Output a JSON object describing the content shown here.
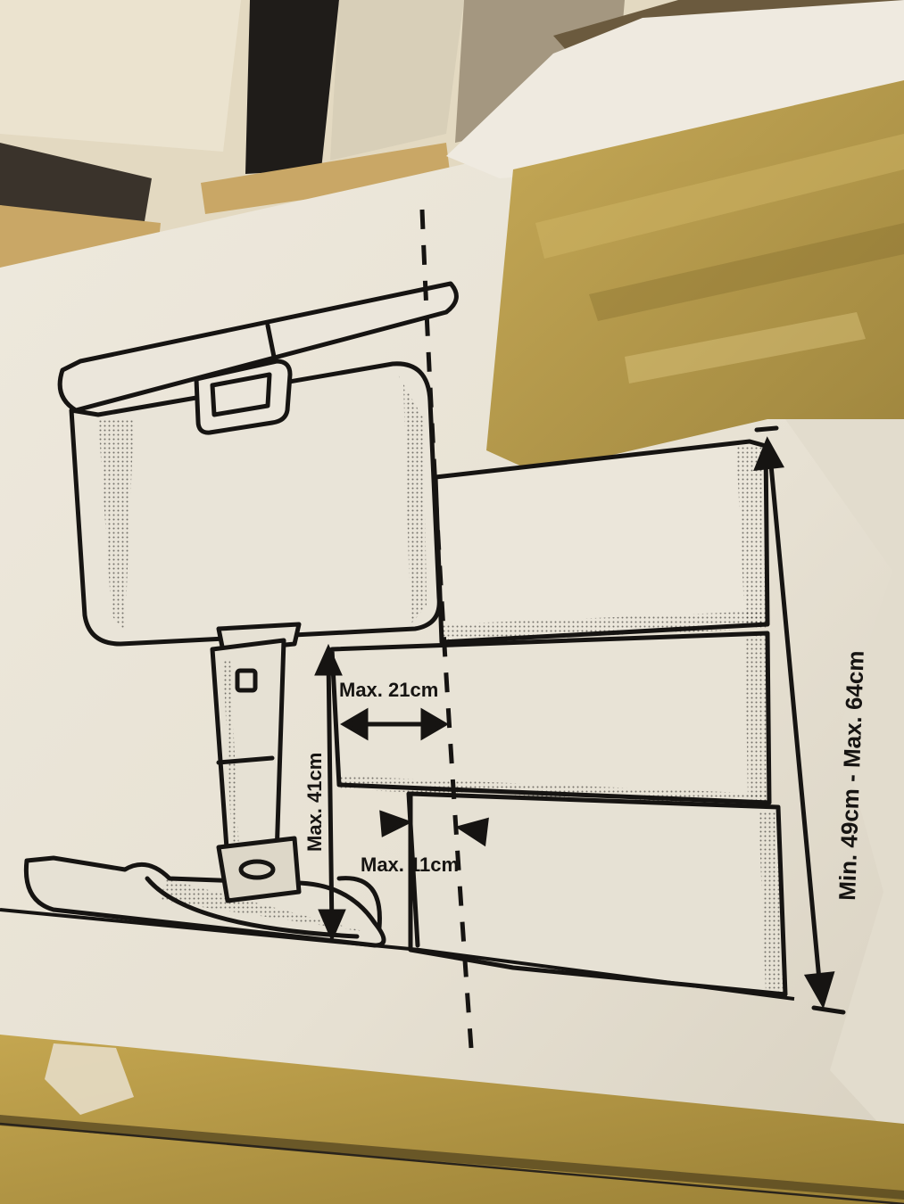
{
  "photo": {
    "subject": "printed dimension diagram on cardboard box",
    "colors": {
      "cardboard": "#ece7da",
      "ink": "#161412",
      "tape": "#b89a48",
      "tape_shadow": "#8a7330",
      "background_wall": "#e3d9c1",
      "shelf": "#c9a766",
      "dark": "#1f1c19"
    }
  },
  "diagram": {
    "labels": {
      "max_depth_21": "Max. 21cm",
      "max_height_41": "Max. 41cm",
      "max_gap_11": "Max. 11cm",
      "height_range": "Min. 49cm - Max. 64cm"
    },
    "icons": [
      "double-arrow-icon",
      "arrowhead-icon",
      "dashed-line"
    ]
  }
}
